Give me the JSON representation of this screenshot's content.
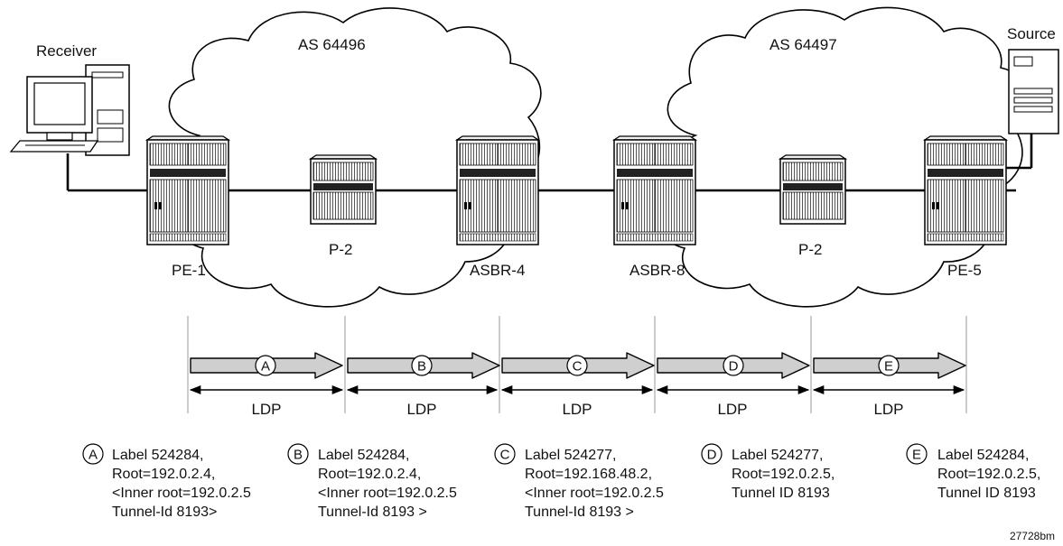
{
  "header": {
    "receiver_label": "Receiver",
    "source_label": "Source"
  },
  "as_domains": [
    {
      "label": "AS 64496"
    },
    {
      "label": "AS 64497"
    }
  ],
  "nodes": [
    {
      "label": "PE-1"
    },
    {
      "label": "P-2"
    },
    {
      "label": "ASBR-4"
    },
    {
      "label": "ASBR-8"
    },
    {
      "label": "P-2"
    },
    {
      "label": "PE-5"
    }
  ],
  "segments": [
    {
      "letter": "A",
      "protocol": "LDP"
    },
    {
      "letter": "B",
      "protocol": "LDP"
    },
    {
      "letter": "C",
      "protocol": "LDP"
    },
    {
      "letter": "D",
      "protocol": "LDP"
    },
    {
      "letter": "E",
      "protocol": "LDP"
    }
  ],
  "notes": [
    {
      "letter": "A",
      "lines": [
        "Label 524284,",
        "Root=192.0.2.4,",
        "<Inner root=192.0.2.5",
        "Tunnel-Id 8193>"
      ]
    },
    {
      "letter": "B",
      "lines": [
        "Label 524284,",
        "Root=192.0.2.4,",
        "<Inner root=192.0.2.5",
        "Tunnel-Id 8193 >"
      ]
    },
    {
      "letter": "C",
      "lines": [
        "Label 524277,",
        "Root=192.168.48.2,",
        "<Inner root=192.0.2.5",
        "Tunnel-Id 8193 >"
      ]
    },
    {
      "letter": "D",
      "lines": [
        "Label 524277,",
        "Root=192.0.2.5,",
        "Tunnel ID 8193"
      ]
    },
    {
      "letter": "E",
      "lines": [
        "Label 524284,",
        "Root=192.0.2.5,",
        "Tunnel ID 8193"
      ]
    }
  ],
  "figure_id": "27728bm"
}
